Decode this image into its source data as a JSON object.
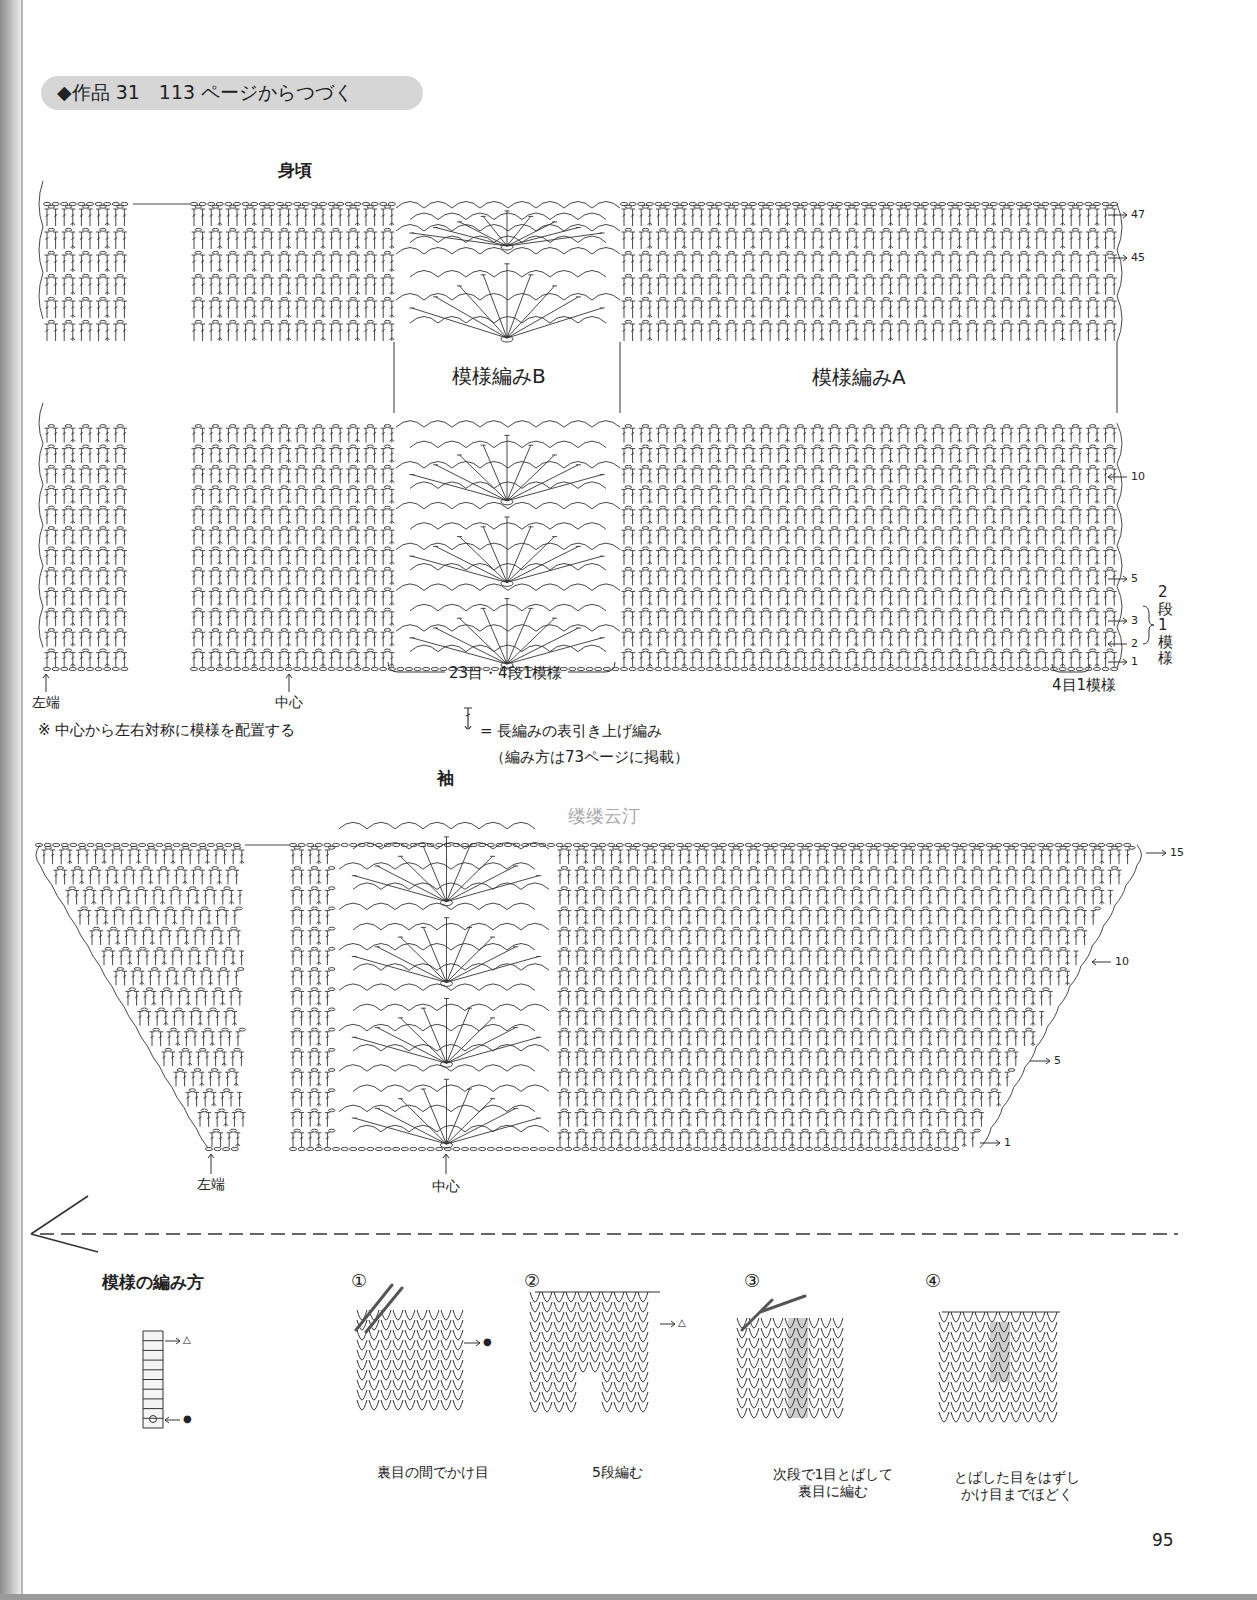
{
  "diagram": {
    "nodes": [
      {
        "text": [
          "◆作品 31　113 ページからつづく"
        ]
      }
    ],
    "labels": [
      "身頃",
      "模様編みB",
      "模様編みA",
      "47",
      "45",
      "10",
      "5",
      "3",
      "2",
      "1",
      "2段1模様",
      "23目・4段1模様",
      "4目1模様",
      "左端",
      "中心",
      "※ 中心から左右対称に模様を配置する",
      "（編み方は73ページに掲載）",
      "袖",
      "缕缕云汀",
      "15",
      "10",
      "5",
      "1",
      "左端",
      "中心",
      "模様の編み方",
      "△",
      "●",
      "①",
      "②",
      "③",
      "④",
      "●",
      "△",
      "裏目の間でかけ目",
      "5段編む",
      "次段で1目とばして 裏目に編む",
      "とばした目をはずし かけ目までほどく",
      "95"
    ],
    "legend": [
      {
        "text": "= 長編みの表引き上げ編み"
      }
    ]
  }
}
